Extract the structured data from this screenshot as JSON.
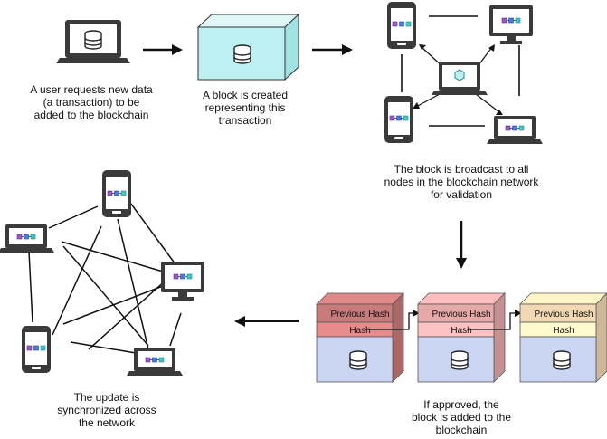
{
  "steps": [
    {
      "lines": [
        "A user requests new data",
        "(a transaction) to be",
        "added to the blockchain"
      ]
    },
    {
      "lines": [
        "A block is created",
        "representing this",
        "transaction"
      ]
    },
    {
      "lines": [
        "The block is broadcast to all",
        "nodes in the blockchain network",
        "for validation"
      ]
    },
    {
      "lines": [
        "If approved, the",
        "block is added to the",
        "blockchain"
      ]
    },
    {
      "lines": [
        "The update is",
        "synchronized across",
        "the network"
      ]
    }
  ],
  "chain_blocks": [
    {
      "previous_hash_label": "Previous Hash",
      "hash_label": "Hash",
      "color": "#c97a7a"
    },
    {
      "previous_hash_label": "Previous Hash",
      "hash_label": "Hash",
      "color": "#e6a9a9"
    },
    {
      "previous_hash_label": "Previous Hash",
      "hash_label": "Hash",
      "color": "#f3d9b3"
    }
  ],
  "colors": {
    "device": "#444444",
    "cube_purple": "#9b59d0",
    "cube_blue": "#4a7be0",
    "cube_cyan": "#3cc7c7",
    "new_block": "#bdf0f0",
    "block_body": "#c9d5f3"
  }
}
